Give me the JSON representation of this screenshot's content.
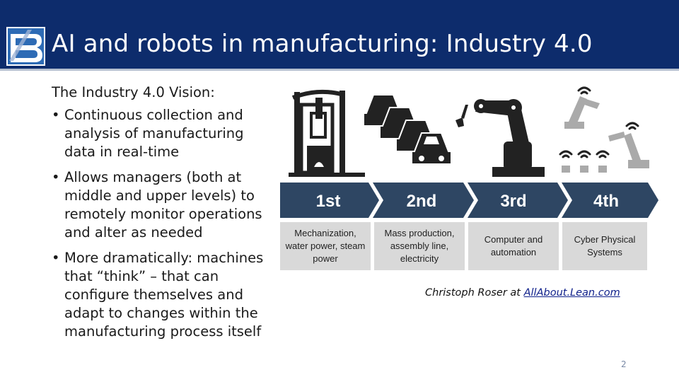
{
  "slide": {
    "title": "AI and robots in manufacturing: Industry 4.0",
    "page_number": "2"
  },
  "content": {
    "intro": "The Industry 4.0 Vision:",
    "bullets": [
      "Continuous collection and analysis of manufacturing data in real-time",
      "Allows managers (both at middle and upper levels) to remotely monitor operations and alter as needed",
      "More dramatically: machines that “think” – that can configure themselves and adapt to changes within the manufacturing process itself"
    ]
  },
  "figure": {
    "stages": [
      {
        "label": "1st",
        "description": [
          "Mechanization,",
          "water power, steam",
          "power"
        ]
      },
      {
        "label": "2nd",
        "description": [
          "Mass production,",
          "assembly line,",
          "electricity"
        ]
      },
      {
        "label": "3rd",
        "description": [
          "Computer and",
          "automation"
        ]
      },
      {
        "label": "4th",
        "description": [
          "Cyber Physical",
          "Systems"
        ]
      }
    ],
    "colors": {
      "arrow": "#2e4663",
      "box": "#d9d9d9",
      "icon_dark": "#222222",
      "icon_light": "#aaaaaa"
    }
  },
  "caption": {
    "prefix": "Christoph Roser at ",
    "link_text": "AllAbout.Lean.com"
  },
  "icons": {
    "logo": "company-logo",
    "stage1": "steam-engine-icon",
    "stage2": "cars-assembly-icon",
    "stage3": "robot-arm-icon",
    "stage4": "connected-robots-icon"
  }
}
